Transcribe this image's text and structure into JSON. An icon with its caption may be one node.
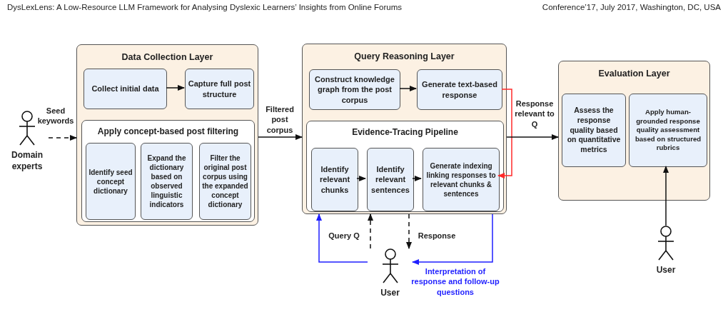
{
  "diagram": {
    "nodes": [
      {
        "text": [
          "Domain experts"
        ]
      },
      {
        "text": [
          "Data Collection Layer"
        ]
      },
      {
        "text": [
          "Collect initial data"
        ],
        "in": 1
      },
      {
        "text": [
          "Capture full post structure"
        ],
        "in": 1
      },
      {
        "text": [
          "Apply concept-based post filtering"
        ],
        "in": 1
      },
      {
        "text": [
          "Identify seed concept dictionary"
        ],
        "in": 4
      },
      {
        "text": [
          "Expand the dictionary based on observed linguistic indicators"
        ],
        "in": 4
      },
      {
        "text": [
          "Filter the original post corpus using the expanded concept dictionary"
        ],
        "in": 4
      },
      {
        "text": [
          "Query Reasoning Layer"
        ]
      },
      {
        "text": [
          "Construct knowledge graph from the post corpus"
        ],
        "in": 8
      },
      {
        "text": [
          "Generate text-based response"
        ],
        "in": 8
      },
      {
        "text": [
          "Evidence-Tracing Pipeline"
        ],
        "in": 8
      },
      {
        "text": [
          "Identify relevant chunks"
        ],
        "in": 11
      },
      {
        "text": [
          "Identify relevant sentences"
        ],
        "in": 11
      },
      {
        "text": [
          "Generate indexing linking responses to relevant chunks & sentences"
        ],
        "in": 11
      },
      {
        "text": [
          "Evaluation Layer"
        ]
      },
      {
        "text": [
          "Assess the response quality based on quantitative metrics"
        ],
        "in": 15
      },
      {
        "text": [
          "Apply human-grounded response quality assessment based on structured rubrics"
        ],
        "in": 15
      },
      {
        "text": [
          "User"
        ]
      },
      {
        "text": [
          "User"
        ]
      }
    ],
    "edges": [
      {
        "from": 0,
        "to": 1,
        "arrow": "to",
        "label": "Seed keywords",
        "style": "dashed"
      },
      {
        "from": 2,
        "to": 3,
        "arrow": "to"
      },
      {
        "from": 1,
        "to": 8,
        "arrow": "to",
        "label": "Filtered post corpus"
      },
      {
        "from": 9,
        "to": 10,
        "arrow": "to"
      },
      {
        "from": 10,
        "to": 14,
        "arrow": "to",
        "color": "#ff2a2a"
      },
      {
        "from": 12,
        "to": 13,
        "arrow": "to"
      },
      {
        "from": 13,
        "to": 14,
        "arrow": "to"
      },
      {
        "from": 8,
        "to": 15,
        "arrow": "to",
        "label": "Response relevant to Q"
      },
      {
        "from": 18,
        "to": 8,
        "arrow": "to",
        "label": "Query Q",
        "style": "dashed"
      },
      {
        "from": 8,
        "to": 18,
        "arrow": "to",
        "label": "Response",
        "style": "dashed"
      },
      {
        "from": 18,
        "to": 8,
        "arrow": "to",
        "color": "#1f1fff"
      },
      {
        "from": 8,
        "to": 18,
        "arrow": "to",
        "label": "Interpretation of response and follow-up questions",
        "color": "#1f1fff"
      },
      {
        "from": 19,
        "to": 17,
        "arrow": "to"
      }
    ],
    "labels": [
      "DysLexLens: A Low-Resource LLM Framework for Analysing Dyslexic Learners’ Insights from Online Forums",
      "Conference’17, July 2017, Washington, DC, USA"
    ]
  }
}
